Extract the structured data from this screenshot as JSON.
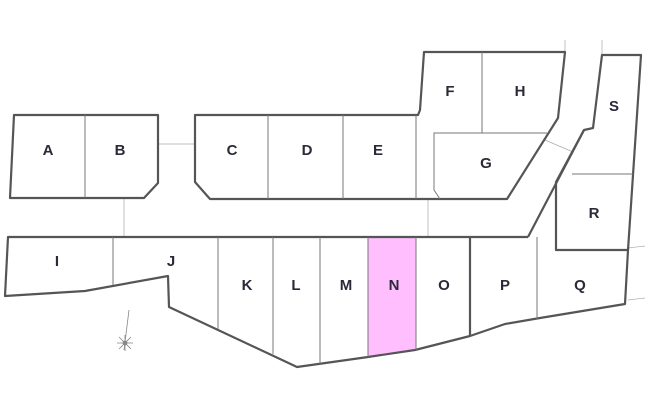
{
  "highlight_color": "#ffbfff",
  "highlighted_lot": "N",
  "lots": [
    {
      "id": "A",
      "label": "A",
      "highlighted": false
    },
    {
      "id": "B",
      "label": "B",
      "highlighted": false
    },
    {
      "id": "C",
      "label": "C",
      "highlighted": false
    },
    {
      "id": "D",
      "label": "D",
      "highlighted": false
    },
    {
      "id": "E",
      "label": "E",
      "highlighted": false
    },
    {
      "id": "F",
      "label": "F",
      "highlighted": false
    },
    {
      "id": "H",
      "label": "H",
      "highlighted": false
    },
    {
      "id": "G",
      "label": "G",
      "highlighted": false
    },
    {
      "id": "S",
      "label": "S",
      "highlighted": false
    },
    {
      "id": "R",
      "label": "R",
      "highlighted": false
    },
    {
      "id": "I",
      "label": "I",
      "highlighted": false
    },
    {
      "id": "J",
      "label": "J",
      "highlighted": false
    },
    {
      "id": "K",
      "label": "K",
      "highlighted": false
    },
    {
      "id": "L",
      "label": "L",
      "highlighted": false
    },
    {
      "id": "M",
      "label": "M",
      "highlighted": false
    },
    {
      "id": "N",
      "label": "N",
      "highlighted": true
    },
    {
      "id": "O",
      "label": "O",
      "highlighted": false
    },
    {
      "id": "P",
      "label": "P",
      "highlighted": false
    },
    {
      "id": "Q",
      "label": "Q",
      "highlighted": false
    }
  ]
}
